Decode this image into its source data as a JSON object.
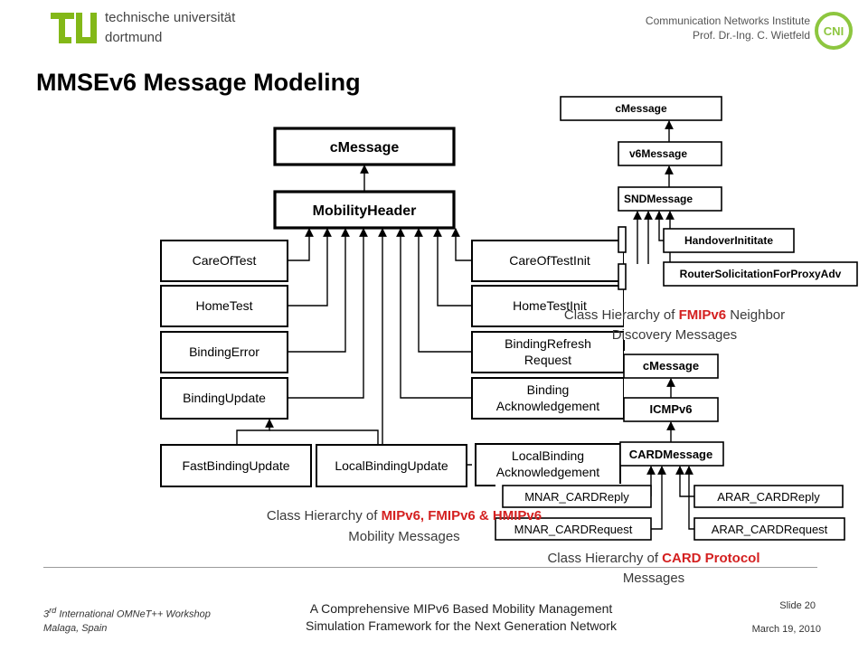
{
  "header": {
    "university_line1": "technische universität",
    "university_line2": "dortmund",
    "institute_line1": "Communication Networks Institute",
    "institute_line2": "Prof. Dr.-Ing. C. Wietfeld",
    "cni_logo_text": "CNI"
  },
  "title": "MMSEv6 Message Modeling",
  "colors": {
    "accent_red": "#d42020",
    "tu_green": "#83b818",
    "cni_green": "#8dc63f"
  },
  "diagrams": {
    "mobility": {
      "root": "cMessage",
      "header": "MobilityHeader",
      "left": [
        "CareOfTest",
        "HomeTest",
        "BindingError",
        "BindingUpdate"
      ],
      "right": [
        "CareOfTestInit",
        "HomeTestInit",
        "BindingRefresh Request",
        "Binding Acknowledgement",
        "LocalBinding Acknowledgement"
      ],
      "bottom": [
        "FastBindingUpdate",
        "LocalBindingUpdate"
      ],
      "caption": {
        "prefix": "Class Hierarchy of ",
        "highlight": "MIPv6, FMIPv6 & HMIPv6",
        "line2": "Mobility Messages"
      }
    },
    "fmipv6": {
      "boxes": [
        "cMessage",
        "v6Message",
        "SNDMessage",
        "HandoverInititate",
        "RouterSolicitationForProxyAdv"
      ],
      "caption": {
        "prefix": "Class Hierarchy of ",
        "highlight": "FMIPv6",
        "suffix": " Neighbor",
        "line2": "Discovery Messages"
      }
    },
    "card": {
      "boxes": [
        "cMessage",
        "ICMPv6",
        "CARDMessage",
        "MNAR_CARDReply",
        "ARAR_CARDReply",
        "MNAR_CARDRequest",
        "ARAR_CARDRequest"
      ],
      "caption": {
        "prefix": "Class Hierarchy of ",
        "highlight": "CARD Protocol",
        "line2": "Messages"
      }
    }
  },
  "footer": {
    "workshop_ordinal": "3",
    "workshop_sup": "rd",
    "workshop_rest": " International  OMNeT++ Workshop",
    "location": "Malaga, Spain",
    "paper_line1": "A Comprehensive MIPv6 Based Mobility Management",
    "paper_line2": "Simulation Framework for the Next Generation Network",
    "slide_number": "Slide 20",
    "date": "March 19, 2010"
  }
}
